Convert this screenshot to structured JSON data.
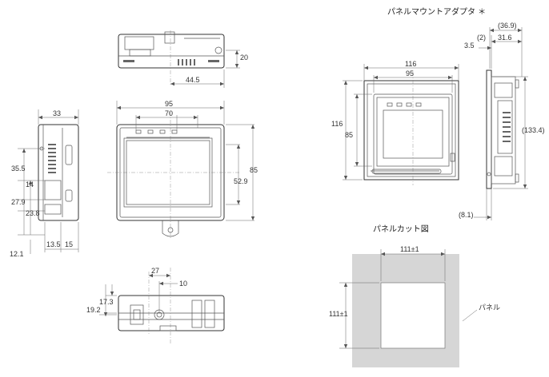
{
  "titles": {
    "panel_mount_adapter": "パネルマウントアダプタ ＊",
    "panel_cutout": "パネルカット図",
    "panel_label": "パネル"
  },
  "top_view": {
    "dim_20": "20",
    "dim_44_5": "44.5"
  },
  "front_view": {
    "dim_95": "95",
    "dim_70": "70",
    "dim_85": "85",
    "dim_52_9": "52.9"
  },
  "side_view": {
    "dim_33": "33",
    "dim_35_5": "35.5",
    "dim_14": "14",
    "dim_27_9": "27.9",
    "dim_23_8": "23.8",
    "dim_13_5": "13.5",
    "dim_15": "15",
    "dim_12_1": "12.1"
  },
  "bottom_view": {
    "dim_27": "27",
    "dim_10": "10",
    "dim_17_3": "17.3",
    "dim_19_2": "19.2"
  },
  "adapter_front": {
    "dim_116_w": "116",
    "dim_95": "95",
    "dim_116_h": "116",
    "dim_85": "85"
  },
  "adapter_side": {
    "dim_36_9": "(36.9)",
    "dim_2": "(2)",
    "dim_31_6": "31.6",
    "dim_3_5": "3.5",
    "dim_133_4": "(133.4)",
    "dim_8_1": "(8.1)"
  },
  "cutout": {
    "dim_w": "111±1",
    "dim_h": "111±1"
  }
}
